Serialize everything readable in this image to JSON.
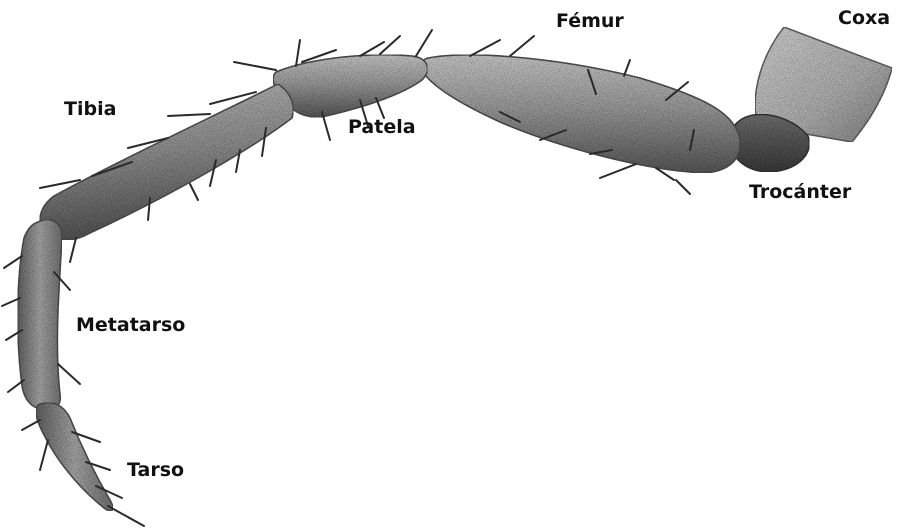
{
  "labels": {
    "coxa": "Coxa",
    "femur": "Fémur",
    "tibia": "Tibia",
    "patela": "Patela",
    "trocanter": "Trocánter",
    "metatarso": "Metatarso",
    "tarso": "Tarso"
  },
  "colors": {
    "segment_dark": "#5a5a5a",
    "segment_mid": "#9a9a9a",
    "segment_light": "#cfcfcf",
    "setae": "#2a2a2a",
    "text": "#111111"
  }
}
